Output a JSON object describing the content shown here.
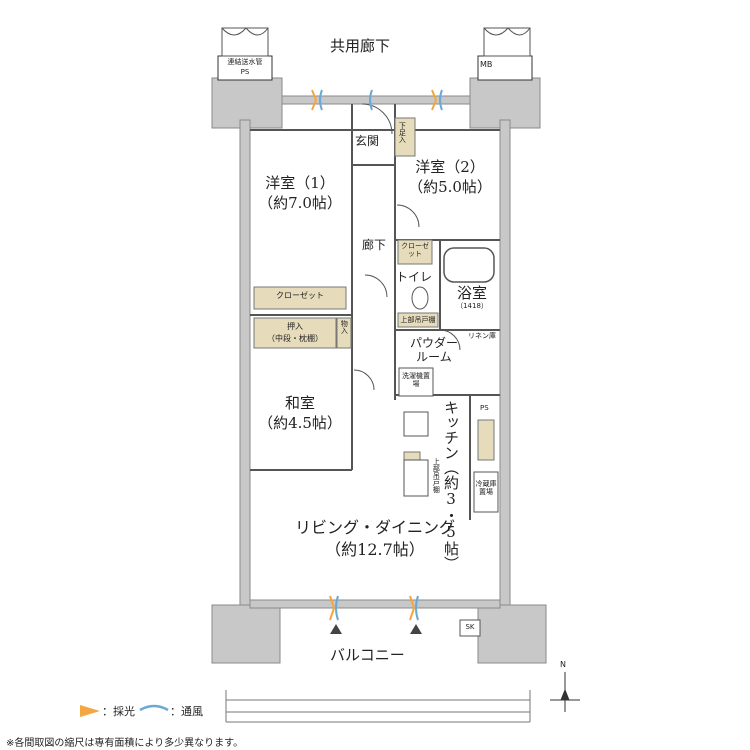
{
  "corridor": "共用廊下",
  "ps_top_label": "連結送水管",
  "ps_top": "PS",
  "mb": "MB",
  "genkan": "玄関",
  "shoe_closet": "下足入",
  "western1": {
    "name": "洋室（1）",
    "size": "（約7.0帖）"
  },
  "western2": {
    "name": "洋室（2）",
    "size": "（約5.0帖）"
  },
  "hallway": "廊下",
  "closet_small": "クローゼット",
  "closet_wide": "クローゼット",
  "toilet": "トイレ",
  "bath": {
    "name": "浴室",
    "size": "（1418）"
  },
  "upper_cabinet_toilet": "上部吊戸棚",
  "oshiire": {
    "name": "押入",
    "sub": "（中段・枕棚）"
  },
  "storage": "物入",
  "linen": "リネン庫",
  "powder": {
    "line1": "パウダー",
    "line2": "ルーム"
  },
  "washer": "洗濯機置場",
  "japanese": {
    "name": "和室",
    "size": "（約4.5帖）"
  },
  "kitchen_ps": "PS",
  "kitchen": "キッチン（約3・5帖）",
  "upper_cabinet_kitchen": "上部吊戸棚",
  "fridge": "冷蔵庫置場",
  "living": {
    "name": "リビング・ダイニング",
    "size": "（約12.7帖）"
  },
  "sk": "SK",
  "balcony": "バルコニー",
  "north": "N",
  "legend": {
    "light": "：採光",
    "wind": "：通風"
  },
  "note": "※各間取図の縮尺は専有面積により多少異なります。",
  "colors": {
    "wall": "#c8c8c8",
    "wall_edge": "#8a8a8a",
    "closet": "#e6dcbc",
    "light": "#f4a640",
    "wind": "#6aa9d6"
  }
}
